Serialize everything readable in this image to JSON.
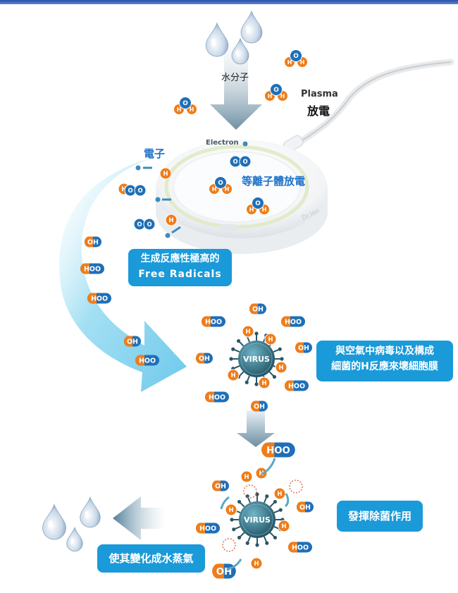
{
  "colors": {
    "banner": "#2a4fa8",
    "accent_blue": "#1a9ad9",
    "label_blue": "#1d72c9",
    "oxygen": "#1e6fb8",
    "hydrogen": "#ef7d1a",
    "arrow_grey": "#6a8c9e",
    "flow_cyan": "#7fd0ee",
    "virus": "#2f6f82"
  },
  "icons": {
    "water_drop": "water-drop-icon",
    "virus": "virus-icon",
    "device": "air-purifier-device-icon",
    "molecule": "molecule-icon"
  },
  "labels": {
    "water_molecule": "水分子",
    "plasma": "Plasma",
    "discharge": "放電",
    "electron": "Electron",
    "electron_zh": "電子",
    "ion_discharge": "等離子體放電",
    "free_radicals_line1": "生成反應性極高的",
    "free_radicals_line2": "Free Radicals",
    "reaction_line1": "與空氣中病毒以及構成",
    "reaction_line2": "細菌的H反應來壞細胞膜",
    "sterilize": "發揮除菌作用",
    "vaporize": "使其變化成水蒸氣",
    "device_brand": "Dr.Ion"
  },
  "molecule_text": {
    "h": "H",
    "o": "O",
    "oh": "OH",
    "hoo": "HOO"
  },
  "virus_text": "VIRUS"
}
